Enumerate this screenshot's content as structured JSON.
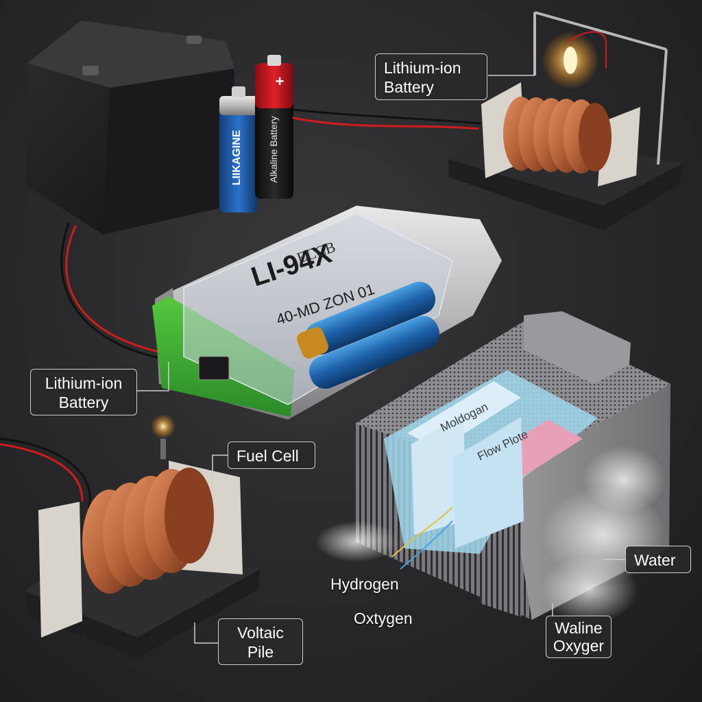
{
  "labels": {
    "top_right_callout": {
      "line1": "Lithium-ion",
      "line2": "Battery"
    },
    "left_callout": {
      "line1": "Lithium-ion",
      "line2": "Battery"
    },
    "fuel_cell_callout": "Fuel Cell",
    "voltaic_callout": {
      "line1": "Voltaic",
      "line2": "Pile"
    },
    "water_callout": "Water",
    "waline_callout": {
      "line1": "Waline",
      "line2": "Oxyger"
    },
    "hydrogen_label": "Hydrogen",
    "oxytygen_label": "Oxtygen"
  },
  "product_text": {
    "aa_blue_brand": "LIIKAGINE",
    "aa_red_brand": "Alkaline Battery",
    "pack_model": "LI-94X",
    "pack_marking": "ECCB",
    "pack_rating": "40-MD ZON 01",
    "fuel_cell_membrane": "Moldogan",
    "fuel_cell_flow": "Flow Plote"
  },
  "colors": {
    "copper": "#b8643a",
    "pack_green": "#3aa83a",
    "aa_blue": "#1e5fb0",
    "aa_red": "#c4161c",
    "membrane_pink": "#e8a0b8",
    "membrane_blue": "#a8d8f0",
    "label_border": "#cfcfcf"
  }
}
